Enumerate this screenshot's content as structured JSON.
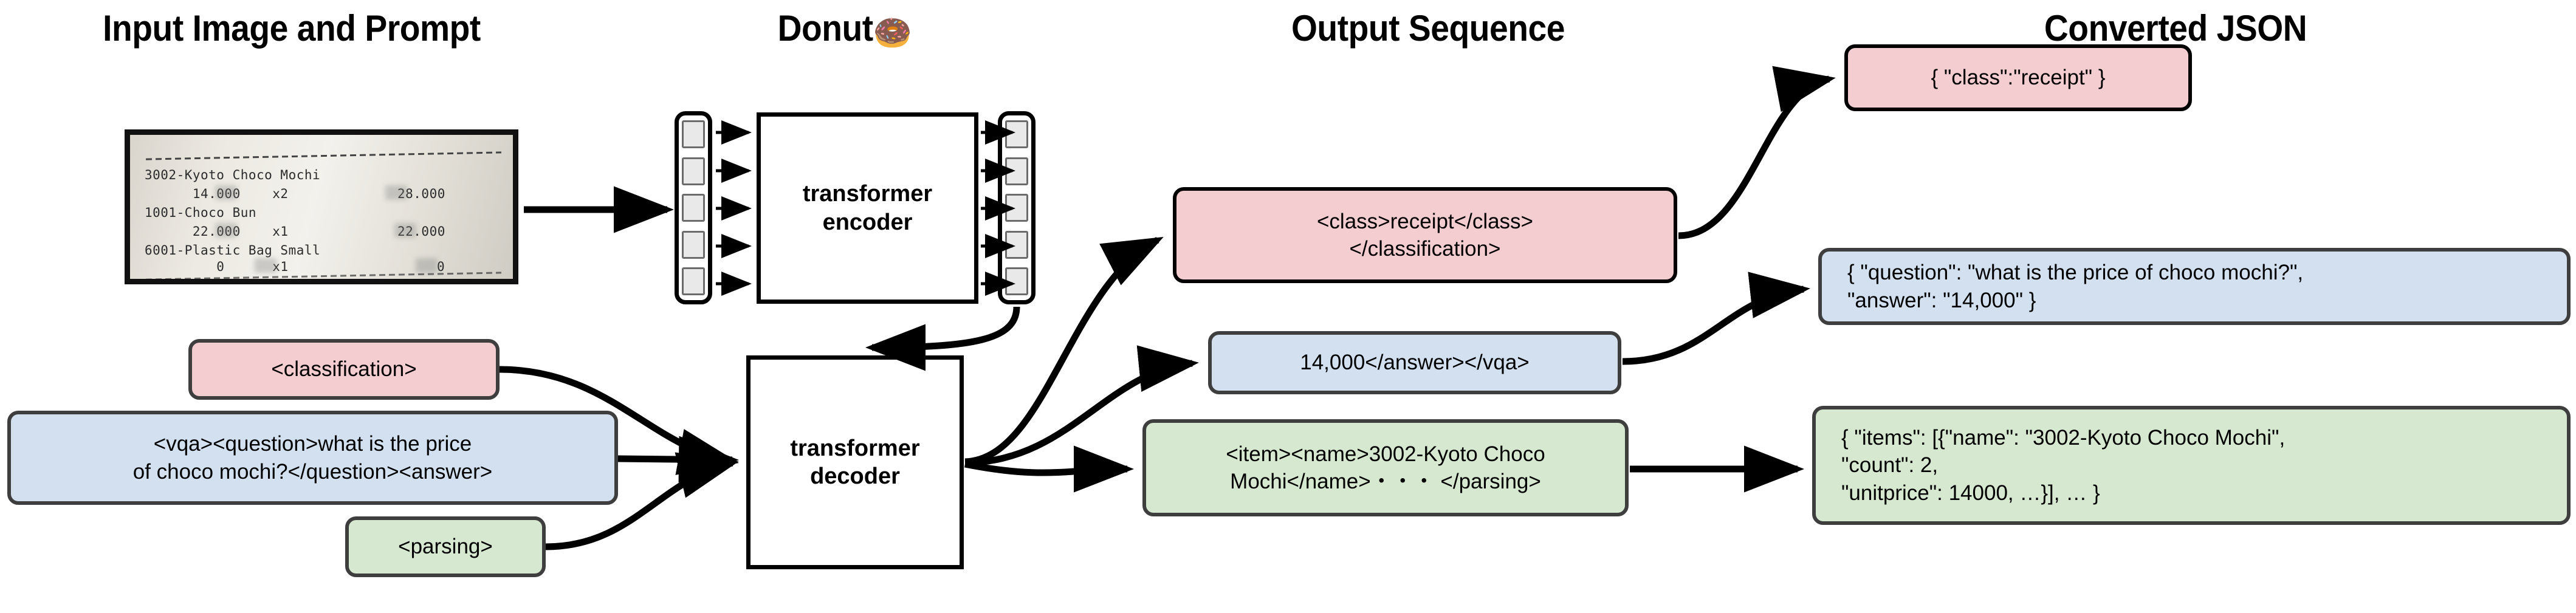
{
  "columns": {
    "input": "Input Image and Prompt",
    "model": "Donut",
    "model_emoji": "🍩",
    "output": "Output Sequence",
    "json": "Converted JSON"
  },
  "receipt": {
    "lines": [
      "3002-Kyoto Choco Mochi",
      "      14.000    x2",
      "1001-Choco Bun",
      "      22.000    x1",
      "6001-Plastic Bag Small",
      "         0      x1"
    ],
    "right_column": [
      "28.000",
      "22.000",
      "0"
    ],
    "items": [
      {
        "name": "3002-Kyoto Choco Mochi",
        "unitprice": "14.000",
        "count": "x2",
        "total": "28.000"
      },
      {
        "name": "1001-Choco Bun",
        "unitprice": "22.000",
        "count": "x1",
        "total": "22.000"
      },
      {
        "name": "6001-Plastic Bag Small",
        "unitprice": "0",
        "count": "x1",
        "total": "0"
      }
    ]
  },
  "model": {
    "encoder_label": "transformer\nencoder",
    "decoder_label": "transformer\ndecoder",
    "encoder_input_tokens": 5,
    "encoder_output_tokens": 5
  },
  "prompts": [
    {
      "id": "classification",
      "text": "<classification>",
      "color": "pink"
    },
    {
      "id": "vqa",
      "text": "<vqa><question>what is the price\nof choco mochi?</question><answer>",
      "color": "blue"
    },
    {
      "id": "parsing",
      "text": "<parsing>",
      "color": "green"
    }
  ],
  "outputs": [
    {
      "id": "classification",
      "text": "<class>receipt</class>\n</classification>",
      "color": "pink"
    },
    {
      "id": "vqa",
      "text": "14,000</answer></vqa>",
      "color": "blue"
    },
    {
      "id": "parsing",
      "text": "<item><name>3002-Kyoto Choco\nMochi</name>・・・ </parsing>",
      "color": "green"
    }
  ],
  "converted": [
    {
      "id": "classification",
      "text": "{ \"class\":\"receipt\" }",
      "color": "pink"
    },
    {
      "id": "vqa",
      "text": "{ \"question\": \"what is the price of choco mochi?\",\n   \"answer\": \"14,000\" }",
      "color": "blue"
    },
    {
      "id": "parsing",
      "text": "{ \"items\": [{\"name\": \"3002-Kyoto Choco Mochi\",\n      \"count\": 2,\n      \"unitprice\": 14000, …}], … }",
      "color": "green"
    }
  ],
  "palette": {
    "pink": "#f4cdd0",
    "blue": "#d2e0f0",
    "green": "#d7e8d1",
    "stroke": "#3e3e3e",
    "ink": "#000000"
  }
}
